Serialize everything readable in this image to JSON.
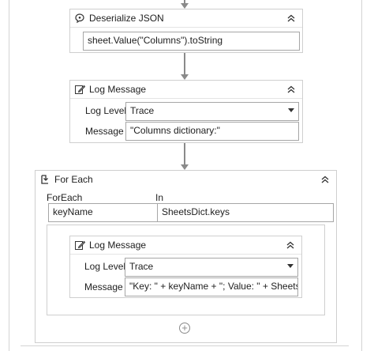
{
  "deserialize": {
    "title": "Deserialize JSON",
    "json_string": "sheet.Value(\"Columns\").toString"
  },
  "log_message_1": {
    "title": "Log Message",
    "log_level_label": "Log Level",
    "log_level_value": "Trace",
    "message_label": "Message",
    "message_value": "\"Columns dictionary:\""
  },
  "for_each": {
    "title": "For Each",
    "foreach_label": "ForEach",
    "item_value": "keyName",
    "in_label": "In",
    "in_value": "SheetsDict.keys"
  },
  "log_message_2": {
    "title": "Log Message",
    "log_level_label": "Log Level",
    "log_level_value": "Trace",
    "message_label": "Message",
    "message_value": "\"Key: \" + keyName + \"; Value: \" + SheetsDict"
  },
  "add_activity": {
    "symbol": "+"
  },
  "icons": {
    "deserialize": "json-brain-icon",
    "log_message": "pencil-note-icon",
    "for_each": "loop-icon",
    "collapse": "double-chevron-up-icon"
  }
}
